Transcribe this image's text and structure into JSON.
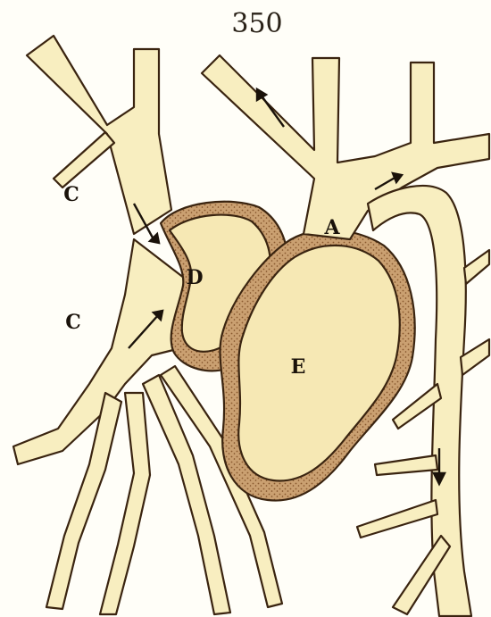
{
  "figure": {
    "number": "350",
    "labels": {
      "c_upper": "C",
      "c_lower": "C",
      "d": "D",
      "a": "A",
      "e": "E"
    }
  },
  "colors": {
    "paper": "#fffef8",
    "vessel_fill": "#f8eec0",
    "vessel_stroke": "#3a2410",
    "heart_shade": "#b88a58",
    "heart_dots": "#8a5a30",
    "ink": "#1a120a"
  }
}
